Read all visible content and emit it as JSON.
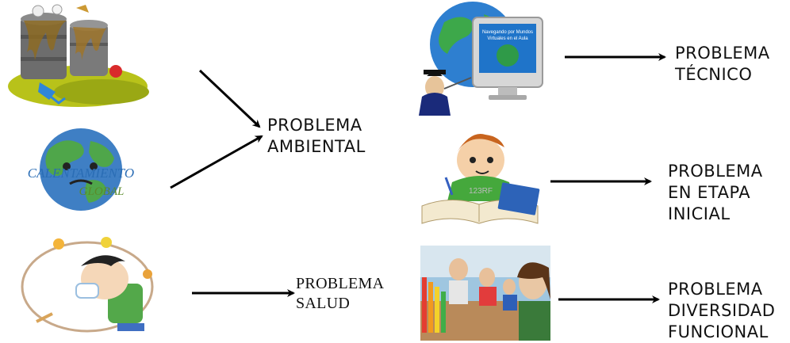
{
  "diagram": {
    "labels": {
      "ambiental": [
        "PROBLEMA",
        "AMBIENTAL"
      ],
      "salud": [
        "PROBLEMA",
        "SALUD"
      ],
      "tecnico": [
        "PROBLEMA",
        "TÉCNICO"
      ],
      "etapa_inicial": [
        "PROBLEMA",
        "EN ETAPA",
        "INICIAL"
      ],
      "diversidad": [
        "PROBLEMA",
        "DIVERSIDAD",
        "FUNCIONAL"
      ]
    },
    "images": {
      "pollution": {
        "icon": "toxic-barrels-illustration"
      },
      "global_warming": {
        "icon": "global-warming-earth-illustration",
        "text": [
          "CALENTAMIENTO",
          "GLOBAL"
        ]
      },
      "sick_child": {
        "icon": "sick-boy-illustration"
      },
      "computer_globe": {
        "icon": "computer-globe-graduate-illustration",
        "screen_text": "Navegando por Mundos Virtuales en el Aula"
      },
      "student_writing": {
        "icon": "student-writing-illustration",
        "watermark": "123RF"
      },
      "classroom": {
        "icon": "classroom-photo"
      }
    },
    "colors": {
      "text": "#111111",
      "arrow": "#000000"
    }
  }
}
